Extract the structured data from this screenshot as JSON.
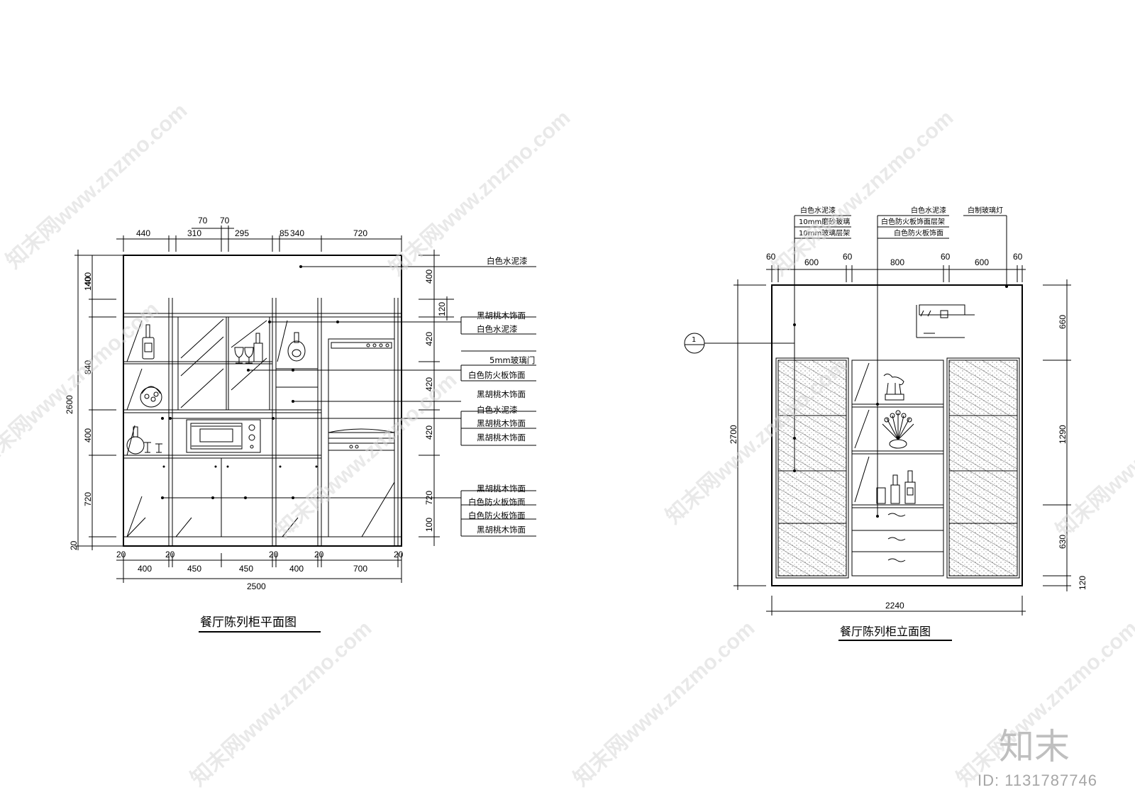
{
  "plan": {
    "title": "餐厅陈列柜平面图",
    "top_dims": [
      "440",
      "70",
      "70",
      "310",
      "295",
      "85",
      "340",
      "720"
    ],
    "left_dims": [
      "140",
      "400",
      "840",
      "400",
      "720",
      "20",
      "2600"
    ],
    "right_dims": [
      "400",
      "120",
      "420",
      "420",
      "420",
      "720",
      "100"
    ],
    "bottom_dims": [
      "20",
      "400",
      "20",
      "450",
      "450",
      "20",
      "400",
      "20",
      "700",
      "20",
      "2500"
    ],
    "labels": [
      "白色水泥漆",
      "黑胡桃木饰面",
      "白色水泥漆",
      "5mm玻璃门",
      "白色防火板饰面",
      "黑胡桃木饰面",
      "白色水泥漆",
      "黑胡桃木饰面",
      "黑胡桃木饰面",
      "黑胡桃木饰面",
      "白色防火板饰面",
      "白色防火板饰面",
      "黑胡桃木饰面"
    ]
  },
  "elevation": {
    "title": "餐厅陈列柜立面图",
    "top_labels_left": [
      "白色水泥漆",
      "10mm磨砂玻璃",
      "10mm玻璃层架"
    ],
    "top_labels_mid": [
      "白色水泥漆",
      "白色防火板饰面层架",
      "白色防火板饰面"
    ],
    "top_label_right": "白制玻璃灯",
    "top_dims": [
      "60",
      "600",
      "60",
      "800",
      "60",
      "600",
      "60"
    ],
    "left_dim": "2700",
    "right_dims": [
      "660",
      "1290",
      "630",
      "120"
    ],
    "bottom_dim": "2240",
    "section_marker": "1"
  },
  "watermark": {
    "text": "知末网www.znzmo.com",
    "logo": "知末",
    "id": "ID: 1131787746"
  }
}
